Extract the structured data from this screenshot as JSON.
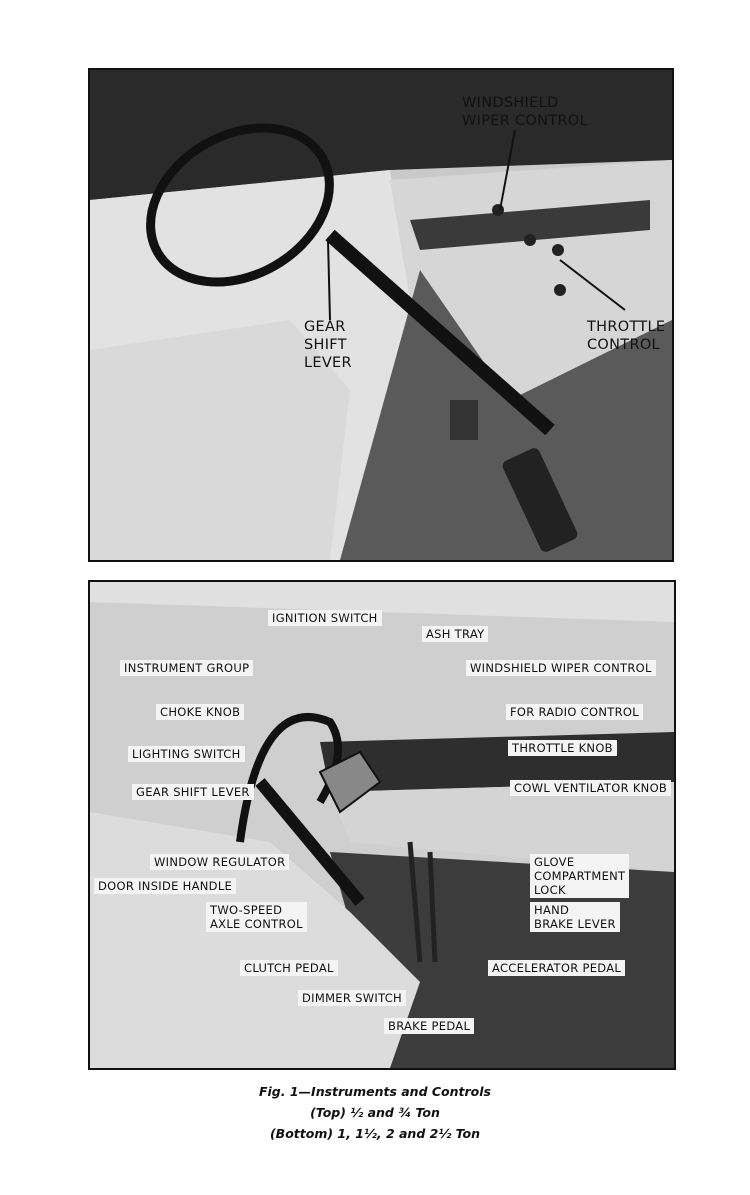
{
  "figure_top": {
    "labels": {
      "windshield_wiper_control": "WINDSHIELD\nWIPER CONTROL",
      "gear_shift_lever": "GEAR\nSHIFT\nLEVER",
      "throttle_control": "THROTTLE\nCONTROL"
    }
  },
  "figure_bottom": {
    "labels": {
      "ignition_switch": "IGNITION SWITCH",
      "ash_tray": "ASH TRAY",
      "instrument_group": "INSTRUMENT GROUP",
      "windshield_wiper_control": "WINDSHIELD WIPER CONTROL",
      "choke_knob": "CHOKE KNOB",
      "for_radio_control": "FOR RADIO CONTROL",
      "lighting_switch": "LIGHTING SWITCH",
      "throttle_knob": "THROTTLE KNOB",
      "gear_shift_lever": "GEAR SHIFT LEVER",
      "cowl_ventilator_knob": "COWL VENTILATOR KNOB",
      "window_regulator": "WINDOW REGULATOR",
      "glove_compartment_lock": "GLOVE\nCOMPARTMENT\nLOCK",
      "door_inside_handle": "DOOR INSIDE HANDLE",
      "two_speed_axle_control": "TWO-SPEED\nAXLE CONTROL",
      "hand_brake_lever": "HAND\nBRAKE LEVER",
      "clutch_pedal": "CLUTCH PEDAL",
      "accelerator_pedal": "ACCELERATOR PEDAL",
      "dimmer_switch": "DIMMER SWITCH",
      "brake_pedal": "BRAKE PEDAL"
    }
  },
  "caption": {
    "line1": "Fig. 1—Instruments and Controls",
    "line2": "(Top) ½ and ¾ Ton",
    "line3": "(Bottom) 1, 1½, 2 and 2½ Ton"
  }
}
